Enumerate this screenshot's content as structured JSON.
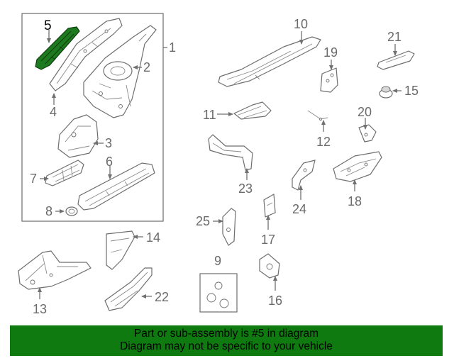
{
  "callouts": {
    "c1": "1",
    "c2": "2",
    "c3": "3",
    "c4": "4",
    "c5": "5",
    "c6": "6",
    "c7": "7",
    "c8": "8",
    "c9": "9",
    "c10": "10",
    "c11": "11",
    "c12": "12",
    "c13": "13",
    "c14": "14",
    "c15": "15",
    "c16": "16",
    "c17": "17",
    "c18": "18",
    "c19": "19",
    "c20": "20",
    "c21": "21",
    "c22": "22",
    "c23": "23",
    "c24": "24",
    "c25": "25"
  },
  "highlighted_part": "5",
  "colors": {
    "highlight": "#1e7a1e",
    "banner": "#0f7a0f",
    "line": "#6e6e6e"
  },
  "banner": {
    "line1": "Part or sub-assembly is #5 in diagram",
    "line2": "Diagram may not be specific to your vehicle"
  }
}
